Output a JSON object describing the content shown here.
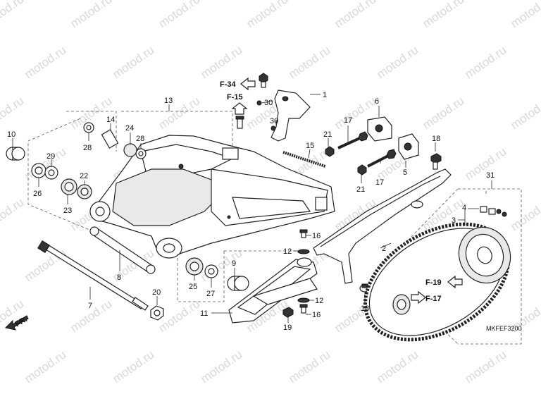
{
  "watermark": "motod.ru",
  "diagram_code": "MKFEF3200",
  "direction_label": "FR.",
  "references": {
    "f34": "F-34",
    "f15": "F-15",
    "f19": "F-19",
    "f17": "F-17"
  },
  "callouts": {
    "c1": "1",
    "c2": "2",
    "c3": "3",
    "c4": "4",
    "c5": "5",
    "c6": "6",
    "c7": "7",
    "c8": "8",
    "c9": "9",
    "c10": "10",
    "c11": "11",
    "c12a": "12",
    "c12b": "12",
    "c13": "13",
    "c14": "14",
    "c15": "15",
    "c16a": "16",
    "c16b": "16",
    "c17a": "17",
    "c17b": "17",
    "c18a": "18",
    "c18b": "18",
    "c19": "19",
    "c20": "20",
    "c21a": "21",
    "c21b": "21",
    "c22": "22",
    "c23": "23",
    "c24": "24",
    "c25": "25",
    "c26": "26",
    "c27": "27",
    "c28a": "28",
    "c28b": "28",
    "c29": "29",
    "c30a": "30",
    "c30b": "30",
    "c31": "31"
  }
}
